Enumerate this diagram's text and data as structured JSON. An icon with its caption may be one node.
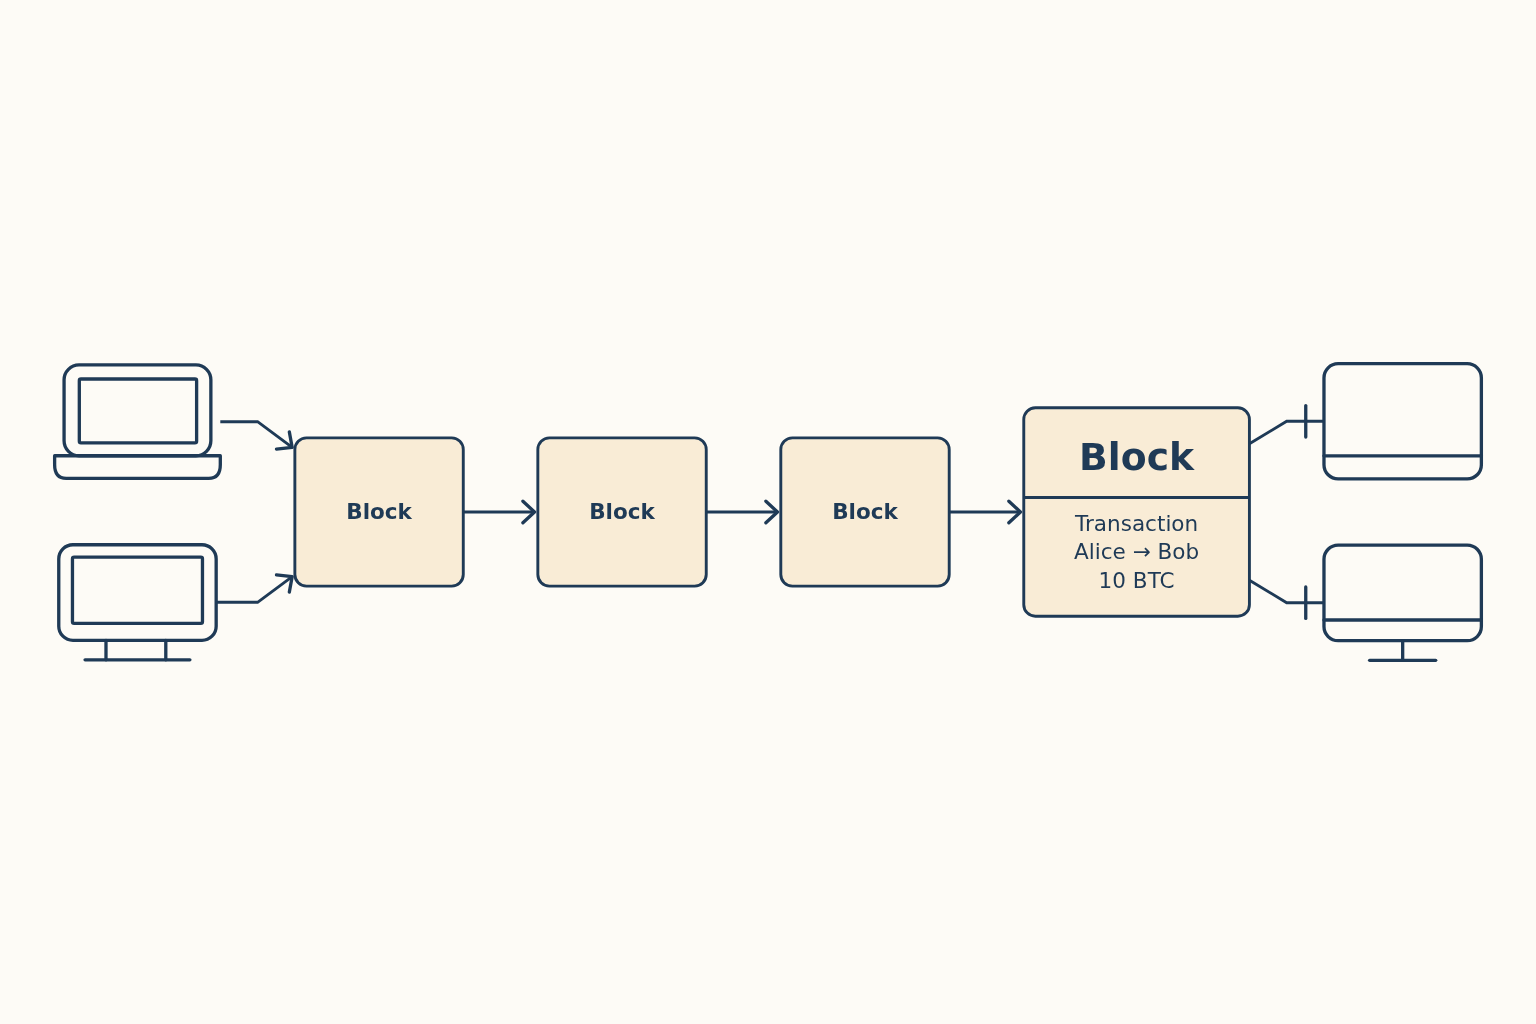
{
  "diagram": {
    "nodes": [
      {
        "text": [],
        "shape": "laptop"
      },
      {
        "text": [
          "Block"
        ]
      },
      {
        "text": [
          "Block"
        ]
      },
      {
        "text": [
          "Block"
        ]
      },
      {
        "text": [
          "Block",
          "Transaction Alice → Bob 10 BTC"
        ]
      },
      {
        "text": [],
        "shape": "monitor"
      },
      {
        "text": [],
        "shape": "monitor"
      },
      {
        "text": [],
        "shape": "monitor"
      }
    ],
    "edges": [
      {
        "from": 0,
        "to": 1,
        "arrow": "to"
      },
      {
        "from": 5,
        "to": 1,
        "arrow": "to"
      },
      {
        "from": 1,
        "to": 2,
        "arrow": "to"
      },
      {
        "from": 2,
        "to": 3,
        "arrow": "to"
      },
      {
        "from": 3,
        "to": 4,
        "arrow": "to"
      },
      {
        "from": 4,
        "to": 6,
        "arrow": "other"
      },
      {
        "from": 4,
        "to": 7,
        "arrow": "other"
      }
    ]
  }
}
